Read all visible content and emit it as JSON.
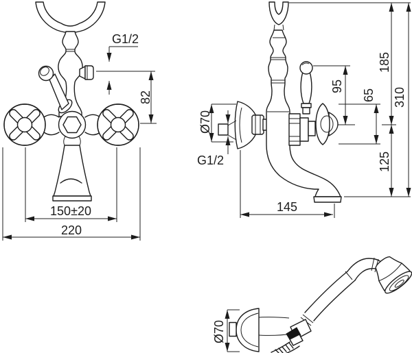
{
  "drawing": {
    "colors": {
      "ink": "#1c1c1c",
      "paper": "#ffffff"
    },
    "front_view": {
      "dims": {
        "thread": "G1/2",
        "outlet_drop": "82",
        "centres": "150±20",
        "overall_width": "220"
      }
    },
    "side_view": {
      "dims": {
        "flange_dia": "Ø70",
        "thread": "G1/2",
        "lever_above_axis": "95",
        "handle_span": "65",
        "top_to_axis": "185",
        "overall_height": "310",
        "axis_to_spout_end": "125",
        "spout_reach": "145"
      }
    },
    "handshower_view": {
      "dims": {
        "bracket_dia": "Ø70"
      }
    }
  }
}
